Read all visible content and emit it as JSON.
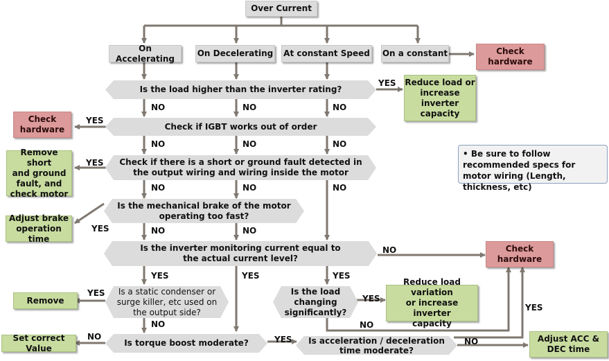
{
  "diagram": {
    "start": "Over Current",
    "conditions": [
      "On Accelerating",
      "On Decelerating",
      "At constant Speed",
      "On a constant"
    ],
    "decisions": {
      "load_rating": "Is the load higher than the inverter rating?",
      "igbt": "Check if IGBT works out of order",
      "short_fault": "Check if there is a short or ground fault detected in\nthe  output wiring and wiring inside the motor",
      "brake": "Is the mechanical brake of the motor\noperating too fast?",
      "monitoring": "Is the inverter monitoring current equal to\nthe actual current level?",
      "condenser": "Is a static condenser or\nsurge killer, etc used on\nthe output side?",
      "torque": "Is torque boost moderate?",
      "load_change": "Is the load\nchanging\nsignificantly?",
      "acc_dec": "Is acceleration / deceleration\ntime moderate?"
    },
    "actions": {
      "check_hw_top": "Check\nhardware",
      "reduce_load": "Reduce load or\nincrease\ninverter\ncapacity",
      "check_hw_left": "Check\nhardware",
      "remove_short": "Remove short\nand ground\nfault, and\ncheck motor",
      "adjust_brake": "Adjust brake\noperation time",
      "check_hw_right": "Check\nhardware",
      "remove": "Remove",
      "reduce_variation": "Reduce load variation\nor increase inverter\ncapacity",
      "set_value": "Set correct Value",
      "adjust_acc": "Adjust ACC &\nDEC time"
    },
    "labels": {
      "yes": "YES",
      "no": "NO"
    },
    "note": "• Be sure to follow recommended specs for motor wiring (Length, thickness, etc)",
    "colors": {
      "decision": "#dcdcdc",
      "hardware": "#dd9a9a",
      "action": "#c8dca0",
      "wire": "#7f7870"
    }
  }
}
